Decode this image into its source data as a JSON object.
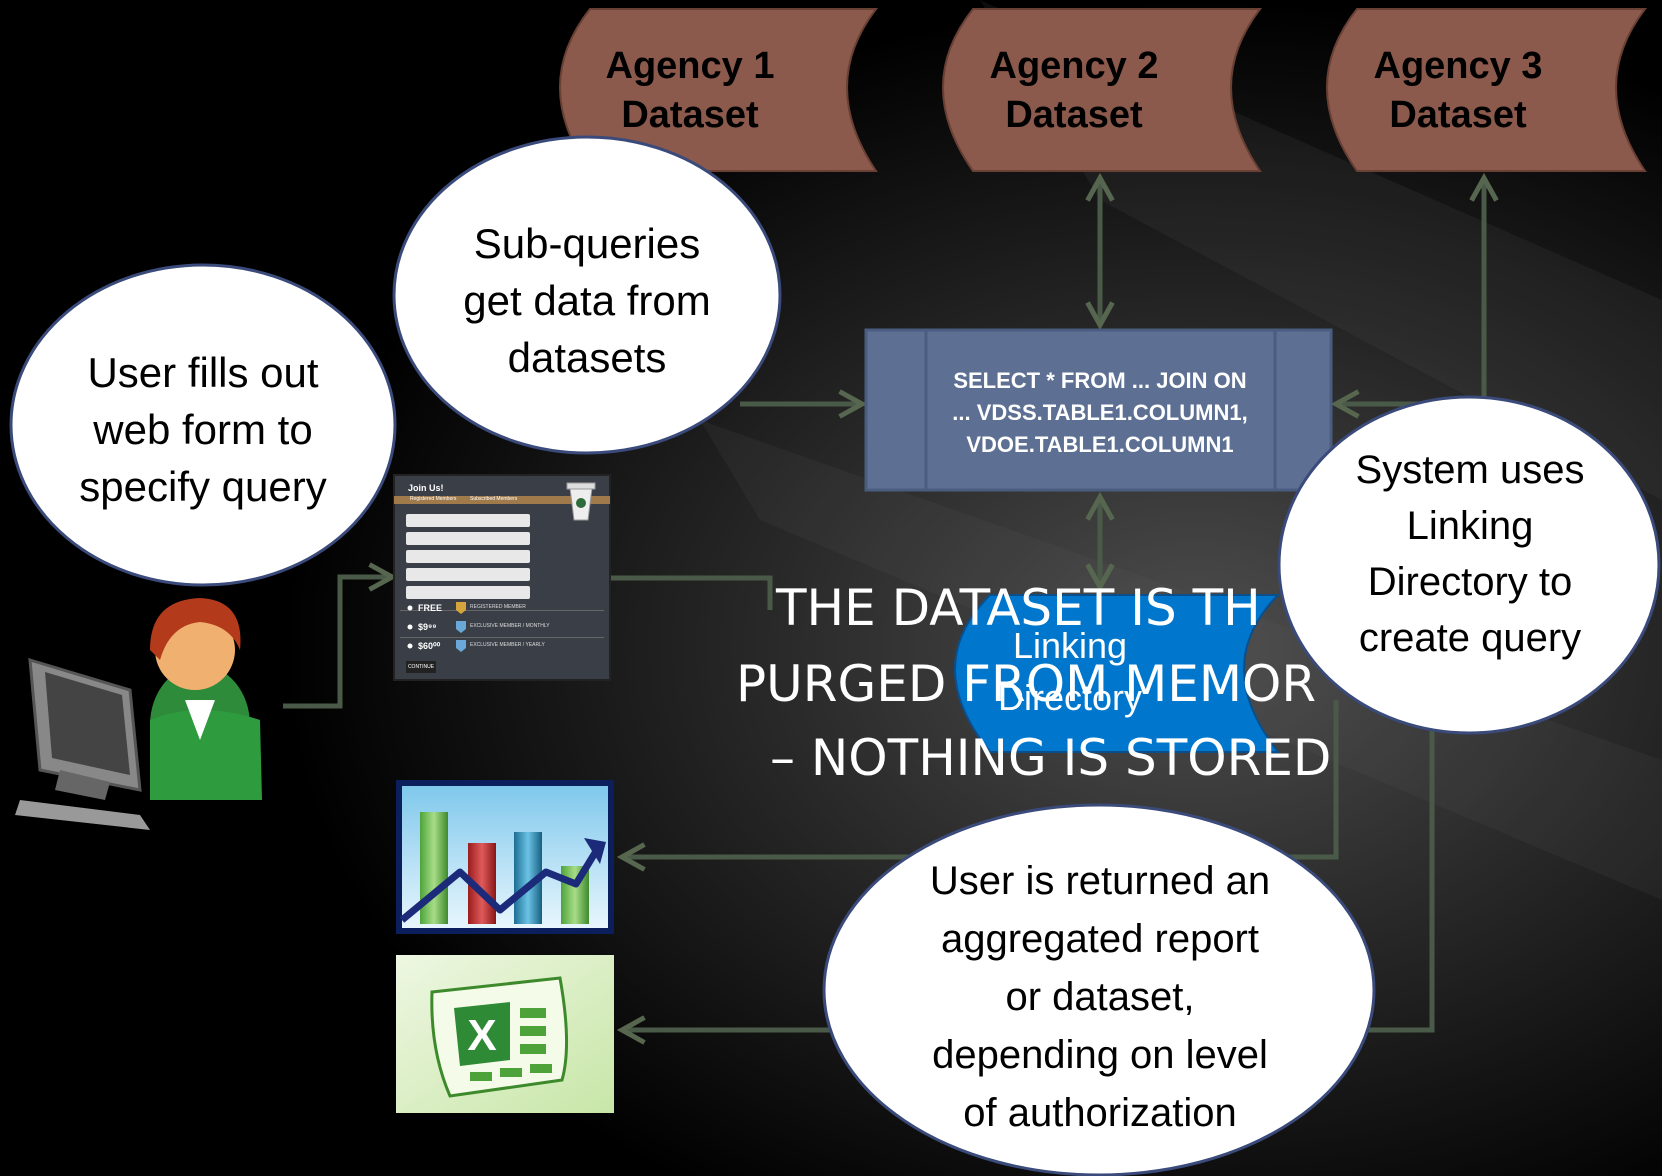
{
  "datasets": [
    {
      "line1": "Agency 1",
      "line2": "Dataset"
    },
    {
      "line1": "Agency 2",
      "line2": "Dataset"
    },
    {
      "line1": "Agency 3",
      "line2": "Dataset"
    }
  ],
  "bubbles": {
    "subqueries": [
      "Sub-queries",
      "get data from",
      "datasets"
    ],
    "user_form": [
      "User fills out",
      "web form to",
      "specify query"
    ],
    "system_linking": [
      "System uses",
      "Linking",
      "Directory to",
      "create query"
    ],
    "user_returned": [
      "User is returned an",
      "aggregated report",
      "or dataset,",
      "depending on level",
      "of authorization"
    ]
  },
  "sql_box": {
    "lines": [
      "SELECT * FROM ... JOIN ON",
      "... VDSS.TABLE1.COLUMN1,",
      "VDOE.TABLE1.COLUMN1"
    ]
  },
  "linking_directory": {
    "line1": "Linking",
    "line2": "Directory"
  },
  "purge_note": {
    "line1": "THE DATASET IS TH",
    "line2": "PURGED FROM MEMOR",
    "line3": "– NOTHING IS STORED"
  },
  "web_form": {
    "title": "Join Us!",
    "tabs": [
      "Registered Members",
      "Subscribed Members"
    ],
    "prices": [
      "FREE",
      "$9⁹⁹",
      "$60⁰⁰"
    ],
    "options": [
      "REGISTERED MEMBER",
      "EXCLUSIVE MEMBER / MONTHLY",
      "EXCLUSIVE MEMBER / YEARLY"
    ],
    "button": "CONTINUE"
  },
  "colors": {
    "dataset_fill": "#8b5a4c",
    "sql_box_fill": "#5d7093",
    "linking_fill": "#0077cc",
    "bubble_fill": "#ffffff",
    "bubble_border": "#3a4a7a",
    "arrow": "#4a5a48"
  },
  "icons": [
    "user-at-computer-icon",
    "bar-chart-icon",
    "excel-icon"
  ]
}
